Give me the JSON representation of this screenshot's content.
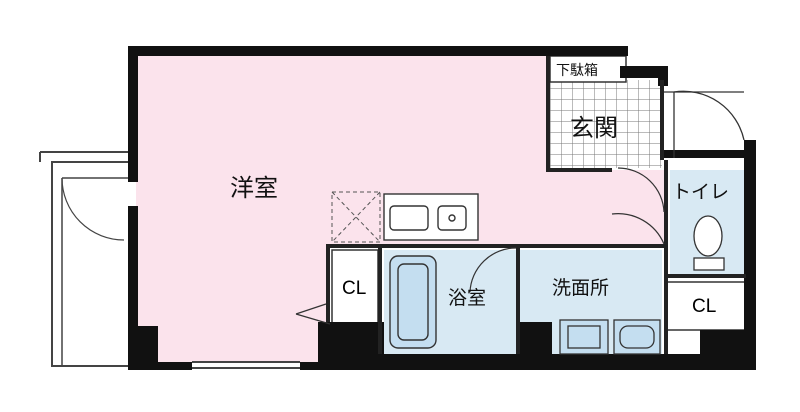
{
  "rooms": {
    "western": "洋室",
    "entrance": "玄関",
    "shoe_box": "下駄箱",
    "toilet": "トイレ",
    "bathroom": "浴室",
    "washroom": "洗面所",
    "closet_left": "CL",
    "closet_right": "CL"
  },
  "colors": {
    "wall": "#111111",
    "room_pink": "#fbe3ec",
    "wet_blue": "#d8e9f3",
    "fixture_blue": "#c4def0",
    "grid_line": "#777777"
  }
}
